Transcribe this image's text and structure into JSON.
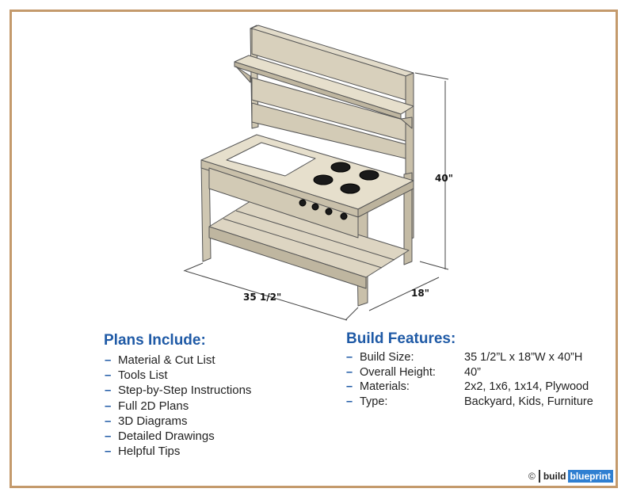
{
  "dimensions": {
    "height": "40\"",
    "length": "35 1/2\"",
    "width": "18\""
  },
  "plans": {
    "title": "Plans Include:",
    "items": [
      "Material & Cut List",
      "Tools List",
      "Step-by-Step Instructions",
      "Full 2D Plans",
      "3D Diagrams",
      "Detailed Drawings",
      "Helpful Tips"
    ]
  },
  "features": {
    "title": "Build Features:",
    "rows": [
      {
        "label": "Build Size:",
        "value": "35 1/2”L x 18”W x 40”H"
      },
      {
        "label": "Overall Height:",
        "value": "40”"
      },
      {
        "label": "Materials:",
        "value": "2x2, 1x6, 1x14, Plywood"
      },
      {
        "label": "Type:",
        "value": "Backyard, Kids, Furniture"
      }
    ]
  },
  "brand": {
    "copyright": "©",
    "name_part1": "build",
    "name_part2": "blueprint"
  },
  "colors": {
    "frame": "#c49a6c",
    "heading": "#1f5aa6",
    "wood": "#d8d0bc",
    "wood_shade": "#c9c0aa",
    "burner": "#1a1a1a"
  }
}
